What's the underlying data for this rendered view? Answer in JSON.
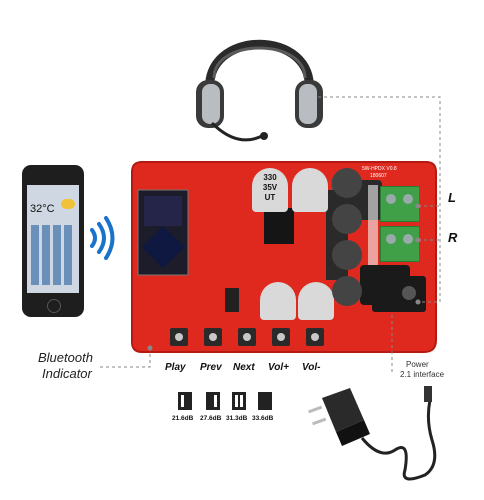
{
  "labels": {
    "left_channel": "L",
    "right_channel": "R",
    "bluetooth_line1": "Bluetooth",
    "bluetooth_line2": "Indicator",
    "power_line1": "Power",
    "power_line2": "2.1 interface"
  },
  "buttons": [
    {
      "label": "Play"
    },
    {
      "label": "Prev"
    },
    {
      "label": "Next"
    },
    {
      "label": "Vol+"
    },
    {
      "label": "Vol-"
    }
  ],
  "gain_options": [
    "21.6dB",
    "27.6dB",
    "31.3dB",
    "33.6dB"
  ],
  "phone": {
    "temperature": "32°C"
  },
  "board": {
    "cap_text_1": "330",
    "cap_text_2": "35V",
    "cap_text_3": "UT",
    "silk_top": "5W-HPDX V0.8",
    "silk_top2": "180607"
  },
  "colors": {
    "board": "#e0291e",
    "terminal": "#3fa048",
    "bluetooth_waves": "#1a72c9"
  }
}
